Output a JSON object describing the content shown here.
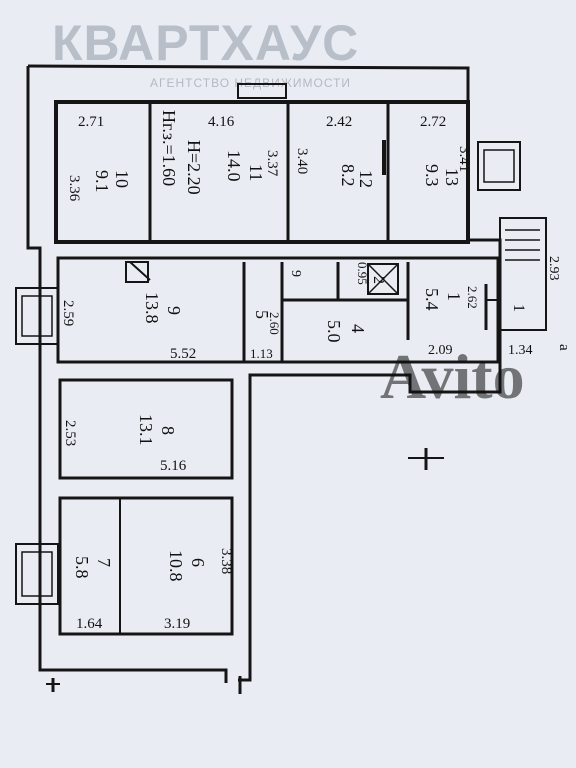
{
  "watermark": {
    "title": "КВАРТХАУС",
    "subtitle": "АГЕНТСТВО НЕДВИЖИМОСТИ",
    "avito": "Avito"
  },
  "colors": {
    "paper": "#e9edf3",
    "ink": "#151515",
    "watermark": "#b8bfc8"
  },
  "rooms": [
    {
      "id": "10",
      "number": "10",
      "area": "9.1",
      "dims": [
        "2.71",
        "3.36"
      ]
    },
    {
      "id": "11",
      "number": "11",
      "area": "14.0",
      "dims": [
        "4.16",
        "3.37"
      ],
      "notes": [
        "H=2.20",
        "Hг.з.=1.60"
      ]
    },
    {
      "id": "12",
      "number": "12",
      "area": "8.2",
      "dims": [
        "2.42",
        "3.40"
      ]
    },
    {
      "id": "13",
      "number": "13",
      "area": "9.3",
      "dims": [
        "2.72",
        "3.41"
      ]
    },
    {
      "id": "9",
      "number": "9",
      "area": "13.8",
      "dims": [
        "2.59",
        "5.52"
      ]
    },
    {
      "id": "5",
      "number": "5",
      "area": "",
      "dims": [
        "2.60",
        "1.13"
      ]
    },
    {
      "id": "6s",
      "number": "9",
      "area": "",
      "dims": []
    },
    {
      "id": "2",
      "number": "2",
      "area": "",
      "dims": [
        "0.95"
      ]
    },
    {
      "id": "4",
      "number": "4",
      "area": "5.0",
      "dims": []
    },
    {
      "id": "1",
      "number": "1",
      "area": "5.4",
      "dims": [
        "2.62",
        "2.09"
      ]
    },
    {
      "id": "8",
      "number": "8",
      "area": "13.1",
      "dims": [
        "2.53",
        "5.16"
      ]
    },
    {
      "id": "7",
      "number": "7",
      "area": "5.8",
      "dims": [
        "1.64"
      ]
    },
    {
      "id": "6",
      "number": "6",
      "area": "10.8",
      "dims": [
        "3.38",
        "3.19"
      ]
    }
  ],
  "entrance": {
    "number": "1",
    "dims": [
      "2.93",
      "1.34"
    ],
    "mark": "а"
  }
}
